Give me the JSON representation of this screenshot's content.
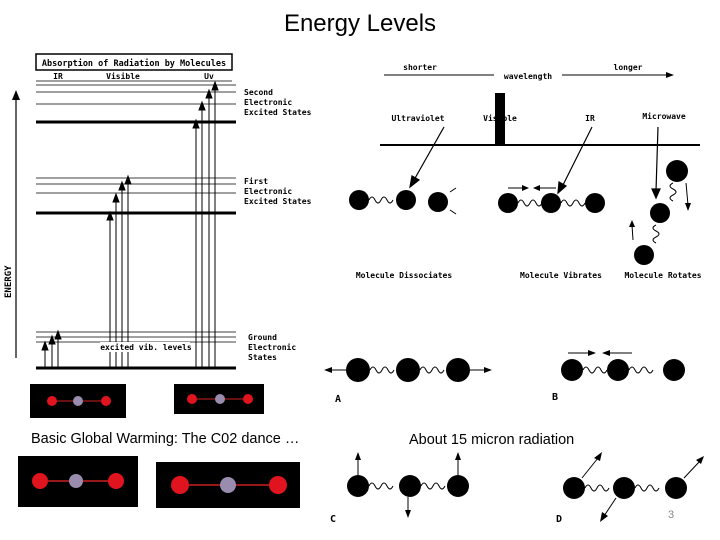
{
  "slide": {
    "title": "Energy Levels",
    "page_number": "3",
    "caption_left": "Basic Global Warming:  The C02 dance …",
    "caption_right": "About 15 micron radiation"
  },
  "absorption_diagram": {
    "title": "Absorption of Radiation by Molecules",
    "band_labels": [
      "IR",
      "Visible",
      "Uv"
    ],
    "axis_label": "ENERGY",
    "levels": {
      "second": [
        "Second",
        "Electronic",
        "Excited States"
      ],
      "first": [
        "First",
        "Electronic",
        "Excited States"
      ],
      "ground": [
        "Ground",
        "Electronic",
        "States"
      ],
      "vib_label": "excited vib. levels"
    }
  },
  "spectrum_diagram": {
    "wavelength": {
      "shorter": "shorter",
      "label": "wavelength",
      "longer": "longer"
    },
    "regions": [
      "Ultraviolet",
      "Visible",
      "IR",
      "Microwave"
    ],
    "effects": [
      "Molecule Dissociates",
      "Molecule Vibrates",
      "Molecule Rotates"
    ]
  },
  "vibration_modes": {
    "labels": [
      "A",
      "B",
      "C",
      "D"
    ]
  },
  "colors": {
    "molecule": "#000000",
    "oxygen_glow": "#e0141e",
    "carbon": "#9a8cae",
    "caption": "#000000",
    "page_number": "#888888"
  }
}
